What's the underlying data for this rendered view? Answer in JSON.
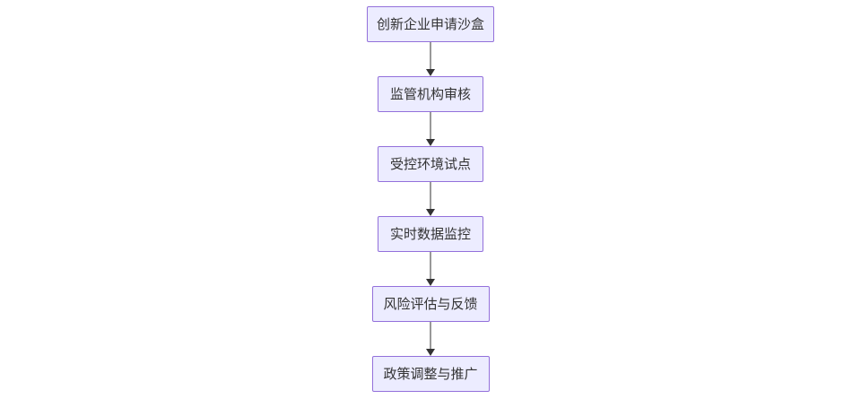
{
  "diagram": {
    "type": "flowchart",
    "direction": "top-down",
    "nodes": [
      {
        "id": "A",
        "label": "创新企业申请沙盒"
      },
      {
        "id": "B",
        "label": "监管机构审核"
      },
      {
        "id": "C",
        "label": "受控环境试点"
      },
      {
        "id": "D",
        "label": "实时数据监控"
      },
      {
        "id": "E",
        "label": "风险评估与反馈"
      },
      {
        "id": "F",
        "label": "政策调整与推广"
      }
    ],
    "edges": [
      {
        "from": "A",
        "to": "B"
      },
      {
        "from": "B",
        "to": "C"
      },
      {
        "from": "C",
        "to": "D"
      },
      {
        "from": "D",
        "to": "E"
      },
      {
        "from": "E",
        "to": "F"
      }
    ],
    "colors": {
      "background": "#FFFFFF",
      "node_fill": "#ECECFF",
      "node_border": "#9370DB",
      "node_text": "#333333",
      "edge_line": "#999999",
      "edge_arrowhead": "#333333"
    }
  }
}
